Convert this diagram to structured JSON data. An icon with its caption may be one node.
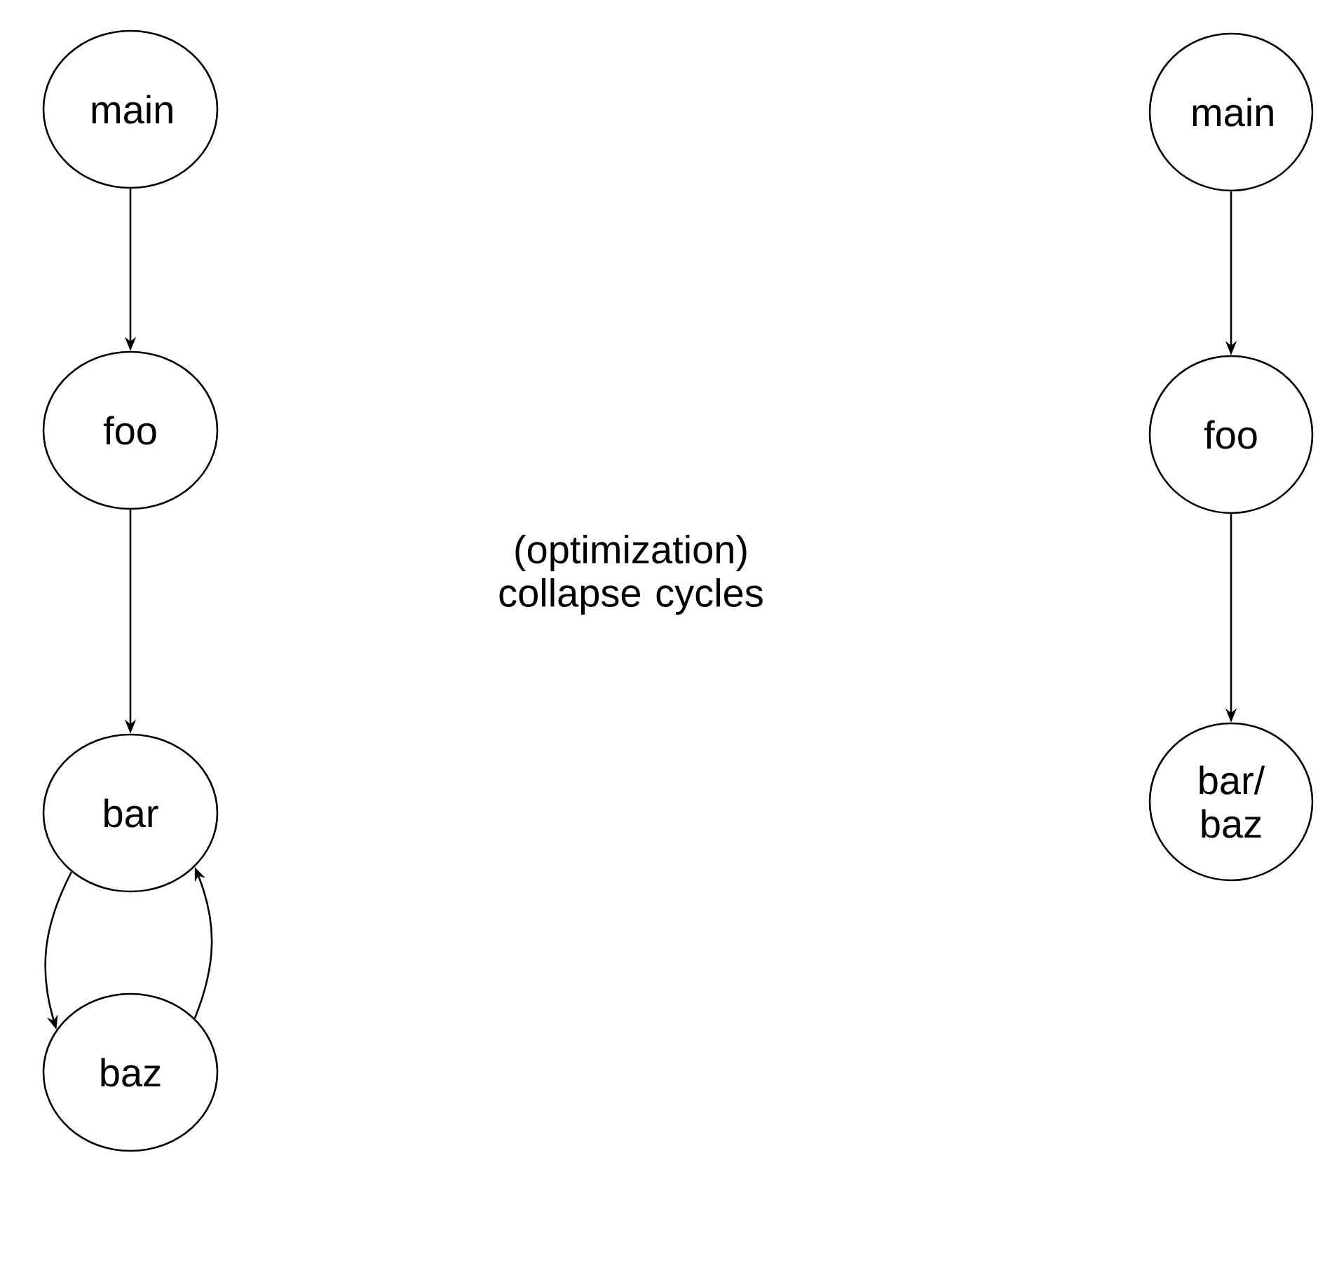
{
  "diagram": {
    "nodes": [
      {
        "text": [
          "main"
        ]
      },
      {
        "text": [
          "foo"
        ]
      },
      {
        "text": [
          "bar"
        ]
      },
      {
        "text": [
          "baz"
        ]
      },
      {
        "text": [
          "main"
        ]
      },
      {
        "text": [
          "foo"
        ]
      },
      {
        "text": [
          "bar/ baz"
        ]
      }
    ],
    "edges": [
      {
        "from": 0,
        "to": 1,
        "arrow": "to"
      },
      {
        "from": 1,
        "to": 2,
        "arrow": "to"
      },
      {
        "from": 2,
        "to": 3,
        "arrow": "to"
      },
      {
        "from": 3,
        "to": 2,
        "arrow": "to"
      },
      {
        "from": 4,
        "to": 5,
        "arrow": "to"
      },
      {
        "from": 5,
        "to": 6,
        "arrow": "to"
      }
    ],
    "labels": [
      "(optimization) collapse cycles"
    ]
  }
}
